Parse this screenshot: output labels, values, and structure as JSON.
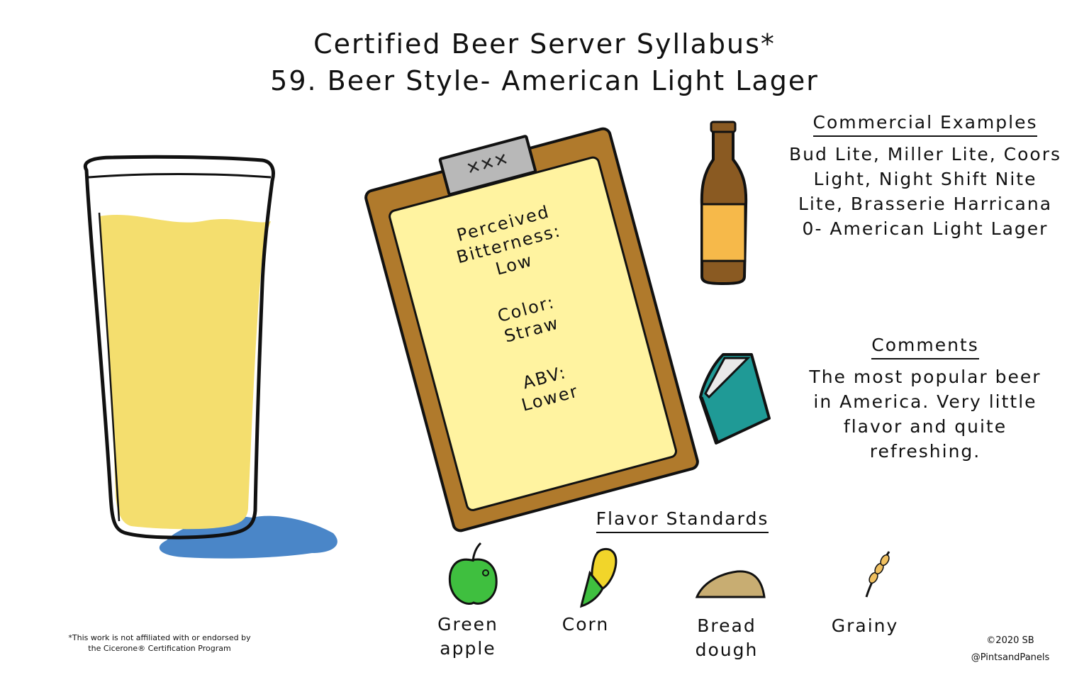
{
  "title": {
    "line1": "Certified Beer Server Syllabus*",
    "line2": "59. Beer Style- American Light Lager"
  },
  "clipboard": {
    "bitterness_label": "Perceived Bitterness:",
    "bitterness_value": "Low",
    "color_label": "Color:",
    "color_value": "Straw",
    "abv_label": "ABV:",
    "abv_value": "Lower"
  },
  "commercial_examples": {
    "heading": "Commercial Examples",
    "lines": [
      "Bud Lite, Miller Lite, Coors",
      "Light, Night Shift Nite",
      "Lite, Brasserie Harricana",
      "0- American Light Lager"
    ]
  },
  "comments": {
    "heading": "Comments",
    "lines": [
      "The most popular beer",
      "in America. Very little",
      "flavor and quite",
      "refreshing."
    ]
  },
  "flavor_standards": {
    "heading": "Flavor Standards",
    "items": [
      {
        "line1": "Green",
        "line2": "apple",
        "icon": "green-apple-icon"
      },
      {
        "line1": "Corn",
        "line2": "",
        "icon": "corn-icon"
      },
      {
        "line1": "Bread",
        "line2": "dough",
        "icon": "bread-dough-icon"
      },
      {
        "line1": "Grainy",
        "line2": "",
        "icon": "grain-icon"
      }
    ]
  },
  "footer": {
    "disclaimer_line1": "*This work is not affiliated with or endorsed by",
    "disclaimer_line2": "the Cicerone® Certification Program",
    "copyright": "©2020 SB",
    "handle": "@PintsandPanels"
  },
  "colors": {
    "beer": "#f4de6e",
    "puddle": "#4a86c8",
    "clipboard_board": "#b07a2c",
    "clipboard_paper": "#fff3a0",
    "clip": "#b8b8b8",
    "bottle": "#8a5a22",
    "bottle_label": "#f6b94a",
    "book": "#1f9a96",
    "apple": "#3fbf3f",
    "corn": "#f1d52a",
    "bread": "#c8ad72"
  }
}
